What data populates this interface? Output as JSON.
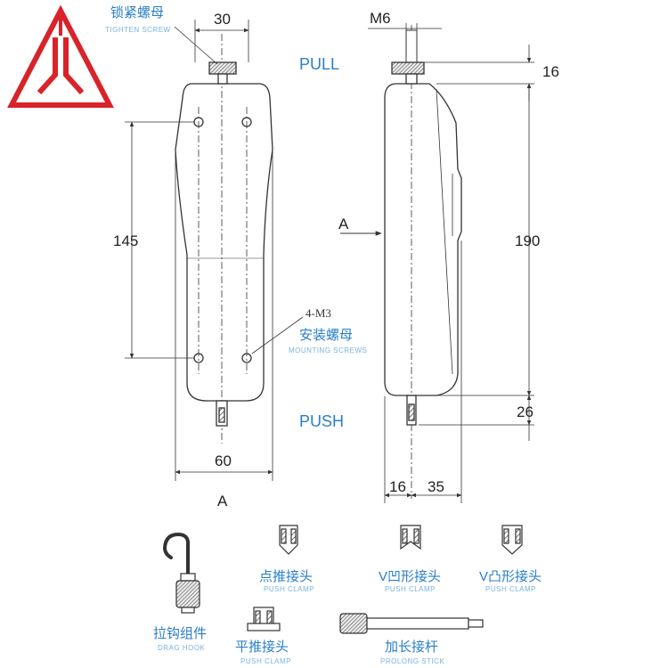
{
  "colors": {
    "accent": "#2a7fc8",
    "logo": "#d9232a",
    "line": "#333333"
  },
  "logo": {
    "name": "brand-logo-triangle"
  },
  "front_view": {
    "dim_top": "30",
    "dim_height": "145",
    "dim_width": "60",
    "view_label": "A",
    "tighten_cn": "锁紧螺母",
    "tighten_en": "TIGHTEN SCREW",
    "mount_code": "4-M3",
    "mount_cn": "安装螺母",
    "mount_en": "MOUNTING SCREWS"
  },
  "side_view": {
    "thread": "M6",
    "dim_top": "16",
    "dim_height": "190",
    "dim_bottom": "26",
    "dim_w1": "16",
    "dim_w2": "35",
    "arrow_label": "A",
    "pull": "PULL",
    "push": "PUSH"
  },
  "accessories": [
    {
      "cn": "拉钩组件",
      "en": "DRAG HOOK",
      "icon": "hook-icon"
    },
    {
      "cn": "点推接头",
      "en": "PUSH CLAMP",
      "icon": "point-clamp-icon"
    },
    {
      "cn": "V凹形接头",
      "en": "PUSH CLAMP",
      "icon": "v-concave-clamp-icon"
    },
    {
      "cn": "V凸形接头",
      "en": "PUSH CLAMP",
      "icon": "v-convex-clamp-icon"
    },
    {
      "cn": "平推接头",
      "en": "PUSH CLAMP",
      "icon": "flat-clamp-icon"
    },
    {
      "cn": "加长接杆",
      "en": "PROLONG STICK",
      "icon": "prolong-stick-icon"
    }
  ]
}
